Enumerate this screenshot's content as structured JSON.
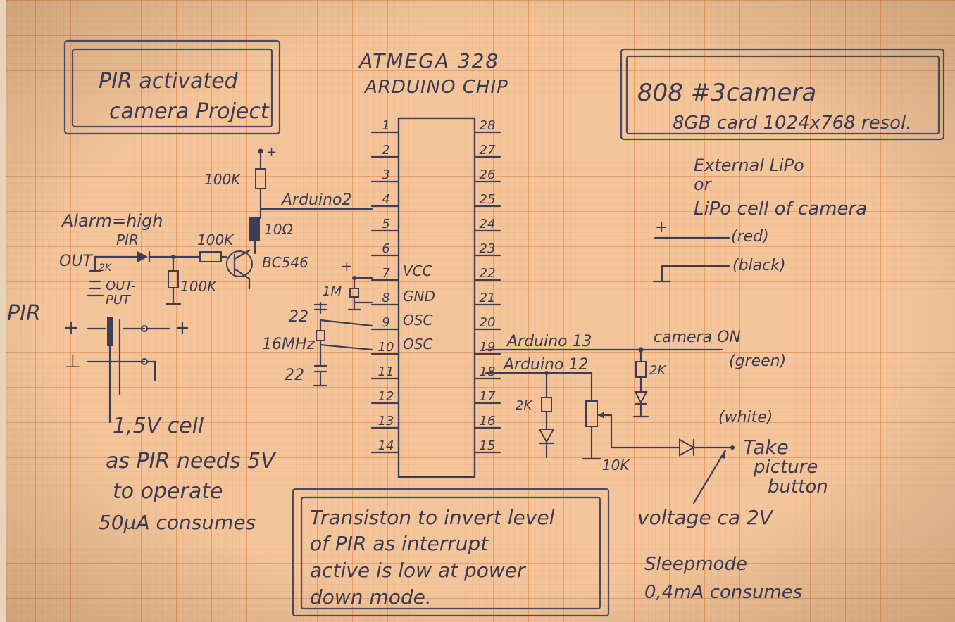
{
  "title_box": {
    "line1": "PIR activated",
    "line2": "camera Project"
  },
  "chip": {
    "line1": "ATMEGA 328",
    "line2": "ARDUINO CHIP"
  },
  "camera_box": {
    "line1": "808  #3camera",
    "line2": "8GB card 1024x768 resol."
  },
  "left_pins": [
    "1",
    "2",
    "3",
    "4",
    "5",
    "6",
    "7",
    "8",
    "9",
    "10",
    "11",
    "12",
    "13",
    "14"
  ],
  "right_pins": [
    "28",
    "27",
    "26",
    "25",
    "24",
    "23",
    "22",
    "21",
    "20",
    "19",
    "18",
    "17",
    "16",
    "15"
  ],
  "pin_labels": {
    "p7": "VCC",
    "p8": "GND",
    "p9": "OSC",
    "p10": "OSC"
  },
  "wires": {
    "arduino2": "Arduino2",
    "arduino13": "Arduino 13",
    "arduino12": "Arduino 12"
  },
  "components": {
    "plus": "+",
    "r100k_top": "100K",
    "r10": "10Ω",
    "transistor": "BC546",
    "r100k_mid": "100K",
    "r100k_low": "100K",
    "pir_led": "PIR",
    "r2k_pir": "2K",
    "cap1m": "1M",
    "cap_plus": "+",
    "c22_top": "22",
    "xtal": "16MHz",
    "c22_bot": "22",
    "r2k_led": "2K",
    "r2k_cam": "2K",
    "pot": "10K"
  },
  "pir_section": {
    "alarm": "Alarm=high",
    "out": "OUT",
    "output": "OUT-\nPUT",
    "pir": "PIR",
    "plus": "+",
    "plus2": "+",
    "gnd": "⊥"
  },
  "battery_note": {
    "l1": "1,5V cell",
    "l2": "as PIR needs 5V",
    "l3": "to operate",
    "l4": "50µA consumes"
  },
  "power_note": {
    "l1": "External LiPo",
    "l2": "or",
    "l3": "LiPo cell of camera",
    "red": "(red)",
    "black": "(black)",
    "plus": "+"
  },
  "camera_on": {
    "label": "camera ON",
    "color": "(green)"
  },
  "take_picture": {
    "color": "(white)",
    "l1": "Take",
    "l2": "picture",
    "l3": "button"
  },
  "voltage": "voltage  ca 2V",
  "sleep_note": {
    "l1": "Sleepmode",
    "l2": "0,4mA consumes"
  },
  "transistor_note": {
    "l1": "Transiston to invert level",
    "l2": "of PIR  as  interrupt",
    "l3": "active  is  low  at  power",
    "l4": "down  mode."
  },
  "colors": {
    "paper": "#f4c59a",
    "grid_fine": "#f0a878",
    "grid_major": "#e88a50",
    "ink": "#3a3a52"
  }
}
